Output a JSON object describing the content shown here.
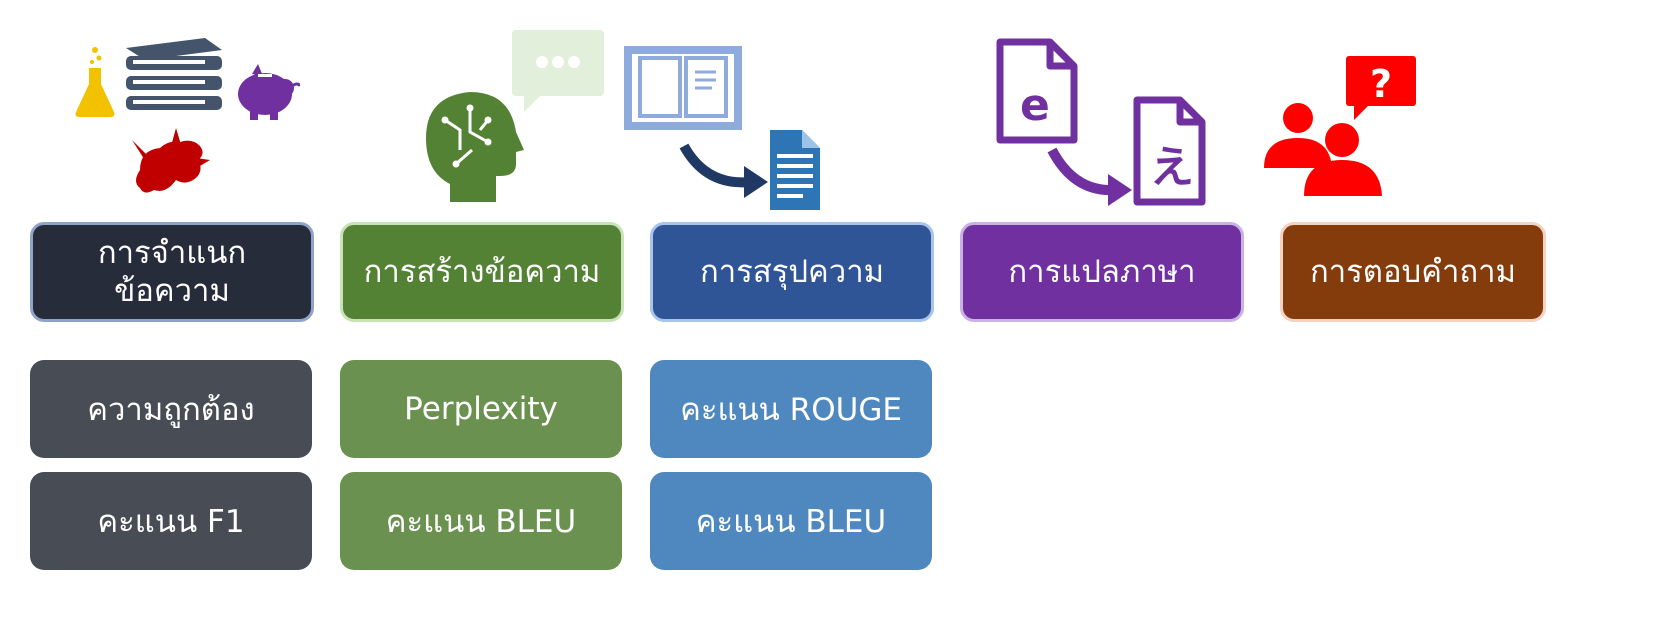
{
  "columns": [
    {
      "task": "การจำแนก ข้อความ",
      "color": "#262c3a",
      "border": "#8fa4c7",
      "metric_color": "#474c55",
      "icons": [
        "flask-icon",
        "books-icon",
        "piggy-bank-icon",
        "dragon-icon"
      ],
      "metrics": [
        "ความถูกต้อง",
        "คะแนน F1"
      ]
    },
    {
      "task": "การสร้างข้อความ",
      "color": "#548235",
      "border": "#c9e3b6",
      "metric_color": "#6a9150",
      "icons": [
        "brain-head-icon",
        "speech-bubble-icon"
      ],
      "metrics": [
        "Perplexity",
        "คะแนน BLEU"
      ]
    },
    {
      "task": "การสรุปความ",
      "color": "#2f5597",
      "border": "#a9c4ea",
      "metric_color": "#4f88bf",
      "icons": [
        "open-book-icon",
        "arrow-icon",
        "document-icon"
      ],
      "metrics": [
        "คะแนน ROUGE",
        "คะแนน BLEU"
      ]
    },
    {
      "task": "การแปลภาษา",
      "color": "#7030a0",
      "border": "#c9b1e6",
      "icons": [
        "english-file-icon",
        "arrow-icon",
        "japanese-file-icon"
      ],
      "metrics": []
    },
    {
      "task": "การตอบคำถาม",
      "color": "#843c0c",
      "border": "#f5d3c3",
      "icons": [
        "people-question-icon"
      ],
      "metrics": []
    }
  ]
}
